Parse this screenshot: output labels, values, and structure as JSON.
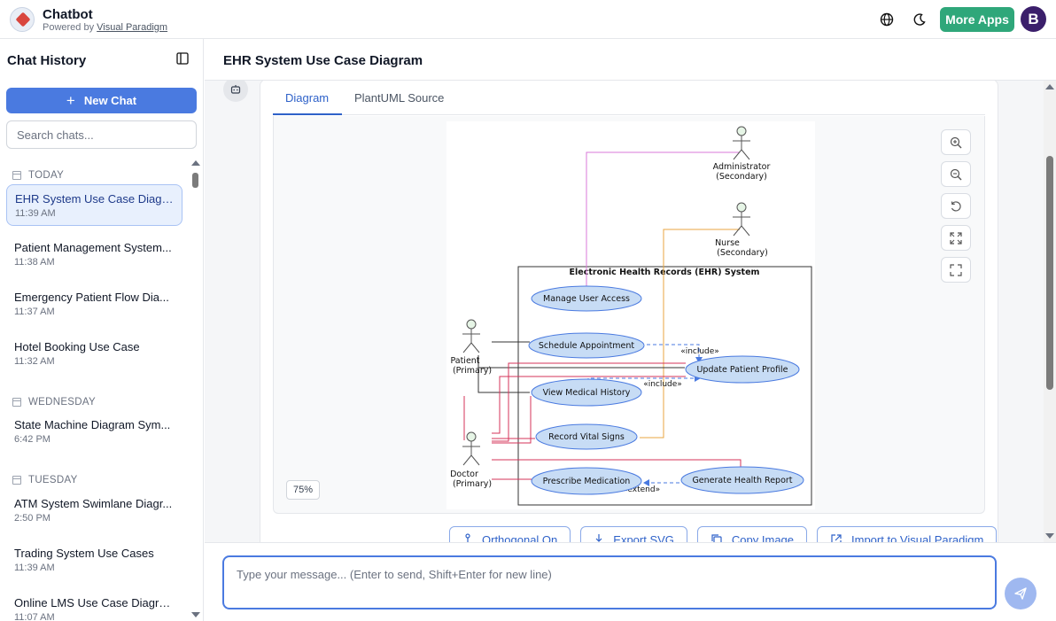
{
  "header": {
    "app_title": "Chatbot",
    "powered_prefix": "Powered by",
    "powered_link": "Visual Paradigm",
    "more_apps_label": "More Apps",
    "avatar_initial": "B"
  },
  "sidebar": {
    "title": "Chat History",
    "new_chat_label": "New Chat",
    "search_placeholder": "Search chats...",
    "groups": [
      {
        "label": "TODAY",
        "items": [
          {
            "name": "EHR System Use Case Diagram",
            "time": "11:39 AM",
            "active": true
          },
          {
            "name": "Patient Management System...",
            "time": "11:38 AM"
          },
          {
            "name": "Emergency Patient Flow Dia...",
            "time": "11:37 AM"
          },
          {
            "name": "Hotel Booking Use Case",
            "time": "11:32 AM"
          }
        ]
      },
      {
        "label": "WEDNESDAY",
        "items": [
          {
            "name": "State Machine Diagram Sym...",
            "time": "6:42 PM"
          }
        ]
      },
      {
        "label": "TUESDAY",
        "items": [
          {
            "name": "ATM System Swimlane Diagr...",
            "time": "2:50 PM"
          },
          {
            "name": "Trading System Use Cases",
            "time": "11:39 AM"
          },
          {
            "name": "Online LMS Use Case Diagram",
            "time": "11:07 AM"
          }
        ]
      }
    ]
  },
  "main": {
    "page_title": "EHR System Use Case Diagram",
    "tabs": [
      "Diagram",
      "PlantUML Source"
    ],
    "active_tab": "Diagram",
    "zoom_level": "75%",
    "actions": [
      "Orthogonal On",
      "Export SVG",
      "Copy Image",
      "Import to Visual Paradigm"
    ]
  },
  "diagram": {
    "system_title": "Electronic Health Records (EHR) System",
    "actors": {
      "admin": [
        "Administrator",
        "(Secondary)"
      ],
      "nurse": [
        "Nurse",
        "(Secondary)"
      ],
      "patient": [
        "Patient",
        "(Primary)"
      ],
      "doctor": [
        "Doctor",
        "(Primary)"
      ]
    },
    "use_cases": {
      "manage": "Manage User Access",
      "schedule": "Schedule Appointment",
      "update": "Update Patient Profile",
      "view": "View Medical History",
      "vitals": "Record Vital Signs",
      "prescribe": "Prescribe Medication",
      "report": "Generate Health Report"
    },
    "stereotypes": {
      "include": "«include»",
      "extend": "«extend»"
    },
    "colors": {
      "admin_line": "#d97ad9",
      "nurse_line": "#e8a640",
      "patient_line": "#333333",
      "doctor_line": "#d6335a",
      "dashed": "#4a7ae0",
      "usecase_fill": "#c7dcf5",
      "actor_fill": "#e6f5e6"
    }
  },
  "composer": {
    "placeholder": "Type your message... (Enter to send, Shift+Enter for new line)"
  }
}
